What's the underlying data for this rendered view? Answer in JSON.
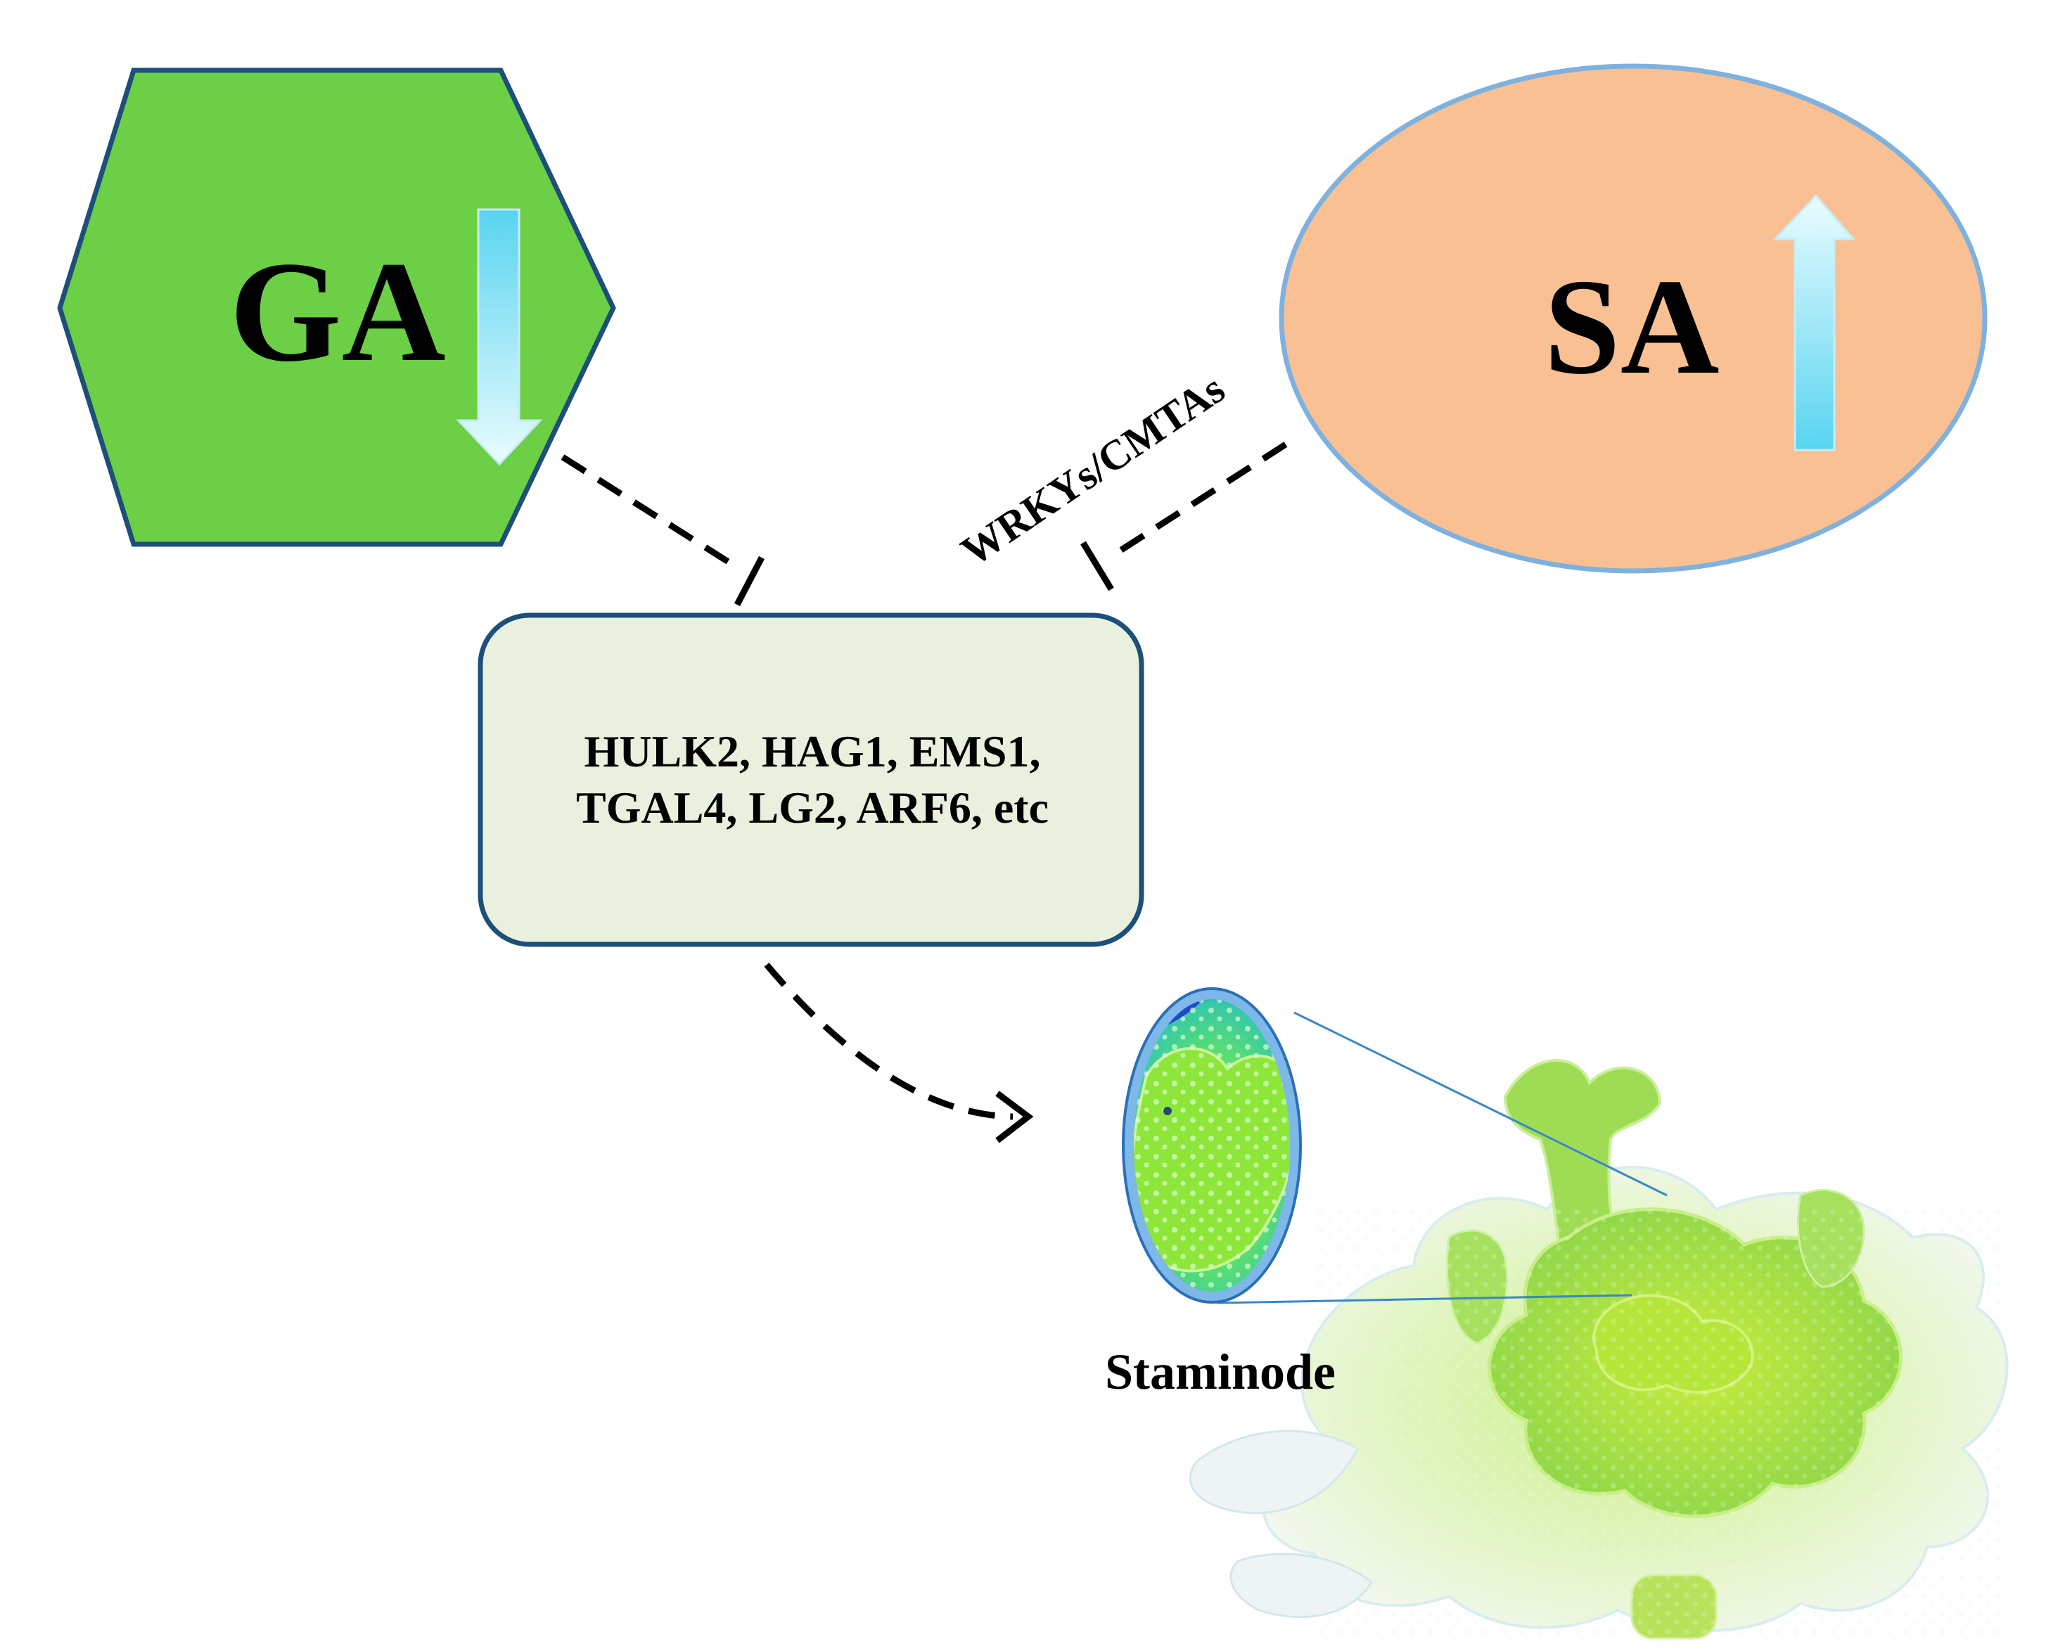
{
  "nodes": {
    "ga": {
      "label": "GA",
      "indicator": "down-arrow-icon",
      "meaning": "decreased",
      "fill": "#6dcf46",
      "stroke": "#1d4f7a"
    },
    "sa": {
      "label": "SA",
      "indicator": "up-arrow-icon",
      "meaning": "increased",
      "fill": "#f8c093",
      "stroke": "#7fb1df"
    },
    "genes": {
      "line1": "HULK2, HAG1, EMS1,",
      "line2": "TGAL4, LG2, ARF6, etc",
      "fill": "#e9f1de",
      "stroke": "#1d4f7a"
    },
    "staminode": {
      "label": "Staminode"
    }
  },
  "edges": {
    "sa_mediator_label": "WRKYs/CMTAs",
    "ga_to_genes": "inhibition",
    "sa_to_genes": "inhibition",
    "genes_to_staminode": "activation"
  },
  "colors": {
    "arrow_light": "#eafcff",
    "arrow_dark": "#58d4f0",
    "flower_green": "#a5e045",
    "petal_white": "#eef4f6"
  }
}
